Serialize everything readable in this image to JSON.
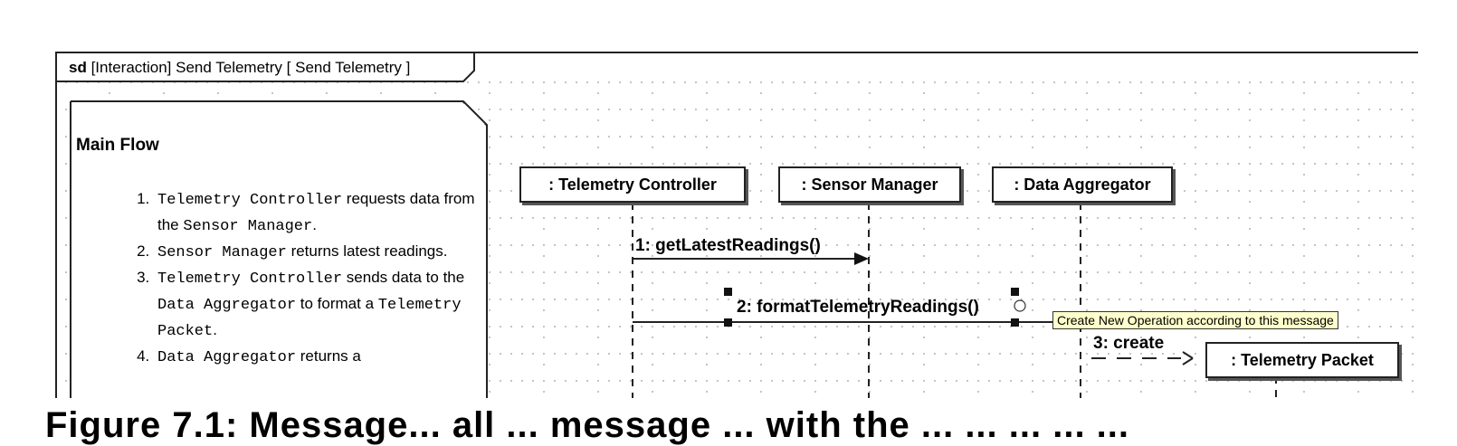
{
  "frame": {
    "keyword": "sd",
    "title": "[Interaction] Send Telemetry [ Send Telemetry ]"
  },
  "note": {
    "heading": "Main Flow",
    "steps": [
      {
        "a": "Telemetry Controller",
        "b": "requests data from the",
        "c": "Sensor Manager",
        "d": "."
      },
      {
        "a": "Sensor Manager",
        "b": "returns latest readings.",
        "c": "",
        "d": ""
      },
      {
        "a": "Telemetry Controller",
        "b": "sends data to the",
        "c": "Data Aggregator",
        "d": "to format a",
        "e": "Telemetry Packet",
        "f": "."
      },
      {
        "a": "Data Aggregator",
        "b": "returns a",
        "c": "",
        "d": ""
      }
    ]
  },
  "lifelines": [
    {
      "label": ": Telemetry Controller"
    },
    {
      "label": ": Sensor Manager"
    },
    {
      "label": ": Data Aggregator"
    },
    {
      "label": ": Telemetry Packet"
    }
  ],
  "messages": [
    {
      "label": "1: getLatestReadings()"
    },
    {
      "label": "2: formatTelemetryReadings()"
    },
    {
      "label": "3: create"
    }
  ],
  "tooltip": "Create New Operation according to this message",
  "caption": "Figure 7.1: Message... all ... message ... with the ... ... ... ... ..."
}
